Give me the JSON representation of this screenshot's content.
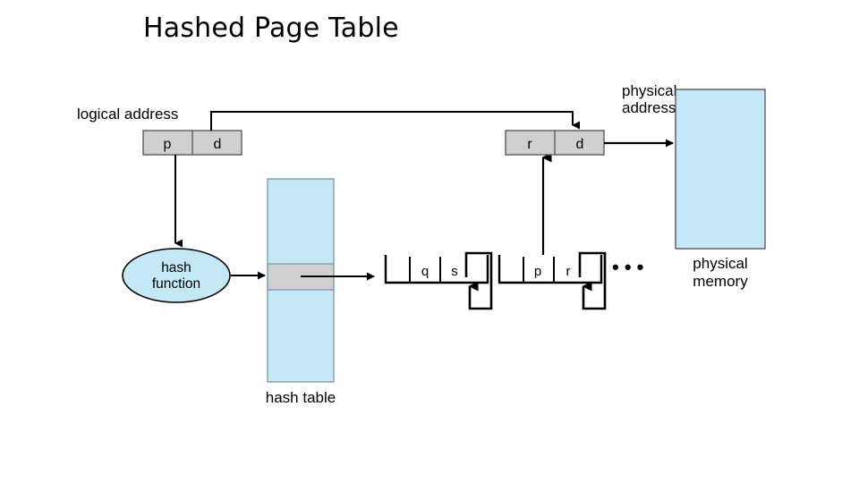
{
  "slide": {
    "title": "Hashed Page Table"
  },
  "diagram": {
    "labels": {
      "logical_address": "logical address",
      "physical_address_line1": "physical",
      "physical_address_line2": "address",
      "hash_function_line1": "hash",
      "hash_function_line2": "function",
      "hash_table": "hash table",
      "physical_memory_line1": "physical",
      "physical_memory_line2": "memory",
      "ellipsis": "• • •"
    },
    "logical_address_box": {
      "cells": [
        {
          "label": "p"
        },
        {
          "label": "d"
        }
      ]
    },
    "physical_address_box": {
      "cells": [
        {
          "label": "r"
        },
        {
          "label": "d"
        }
      ]
    },
    "chain_nodes": [
      {
        "name": "node-q-s",
        "cells": [
          {
            "label": "q"
          },
          {
            "label": "s"
          },
          {
            "label": ""
          }
        ]
      },
      {
        "name": "node-p-r",
        "cells": [
          {
            "label": "p"
          },
          {
            "label": "r"
          },
          {
            "label": ""
          }
        ]
      }
    ],
    "colors": {
      "light_blue_fill": "#c5e8f7",
      "light_blue_stroke": "#7f9fb0",
      "gray_fill": "#d0d0d0",
      "gray_stroke": "#5a5a5a",
      "line": "#000000",
      "background": "#ffffff"
    }
  }
}
